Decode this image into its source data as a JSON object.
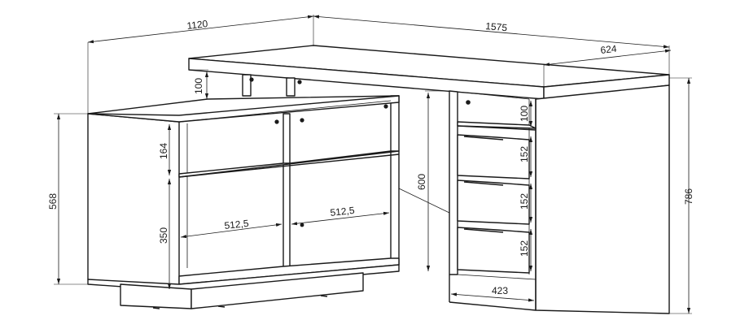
{
  "dimensions": {
    "cabinet_depth": "1120",
    "top_length": "1575",
    "top_width": "624",
    "upper_gap": "100",
    "shelf_top": "164",
    "shelf_bottom": "350",
    "cabinet_height": "568",
    "compartment_left": "512,5",
    "compartment_right": "512,5",
    "leg_height": "600",
    "drawer_gap": "100",
    "drawer_1": "152",
    "drawer_2": "152",
    "drawer_3": "152",
    "pedestal_depth": "423",
    "total_height": "786"
  }
}
